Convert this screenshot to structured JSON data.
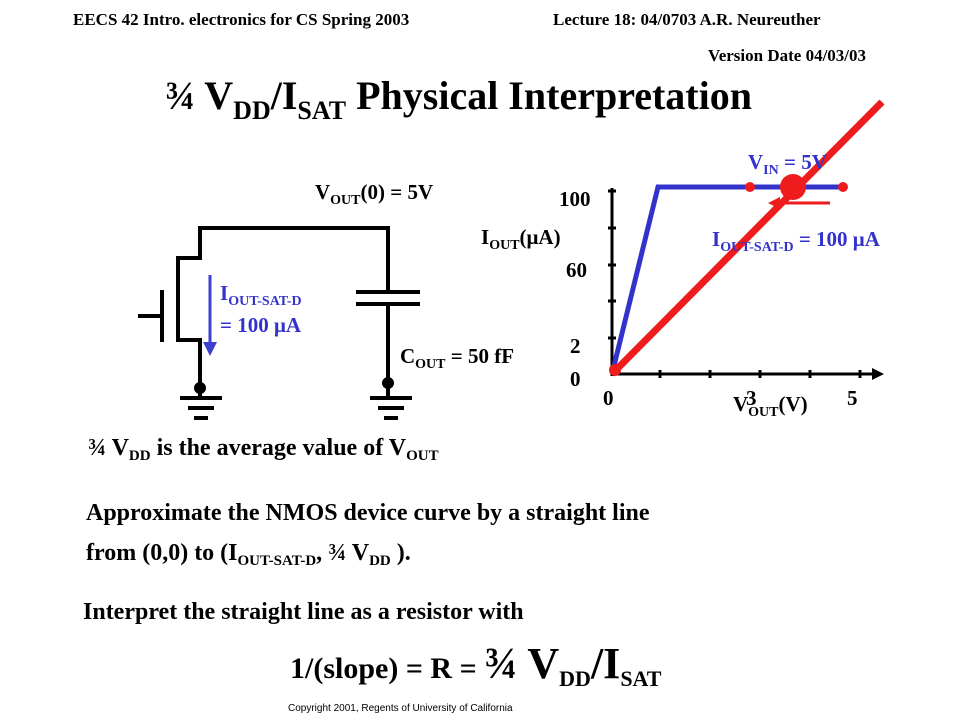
{
  "header": {
    "course": "EECS 42   Intro. electronics for CS Spring 2003",
    "lecture": "Lecture 18: 04/0703 A.R. Neureuther",
    "version": "Version Date 04/03/03"
  },
  "title": {
    "frac": "¾ V",
    "sub1": "DD",
    "mid": "/I",
    "sub2": "SAT",
    "rest": " Physical Interpretation"
  },
  "circuit": {
    "vout_main": "V",
    "vout_sub": "OUT",
    "vout_rest": "(0) = 5V",
    "iout_main": "I",
    "iout_sub": "OUT-SAT-D",
    "iout_value": "= 100 μA",
    "cout_main": "C",
    "cout_sub": "OUT",
    "cout_rest": " = 50 fF"
  },
  "graph": {
    "ylabel_main": "I",
    "ylabel_sub": "OUT",
    "ylabel_rest": "(μA)",
    "xlabel_main": "V",
    "xlabel_sub": "OUT",
    "xlabel_rest": "(V)",
    "yticks": [
      "100",
      "60",
      "2",
      "0"
    ],
    "xticks": [
      "0",
      "3",
      "5"
    ],
    "vin_main": "V",
    "vin_sub": "IN",
    "vin_rest": " = 5V",
    "isat_main": "I",
    "isat_sub": "OUT-SAT-D",
    "isat_rest": " = 100 μA",
    "colors": {
      "curve": "#3333cc",
      "line": "#ee1c1c"
    }
  },
  "body": {
    "avg": {
      "frac": "¾ V",
      "sub": "DD",
      "rest": " is the average value of  V",
      "sub2": "OUT"
    },
    "approx_line1": "Approximate the NMOS device curve by a straight line",
    "approx_line2": {
      "pre": "from (0,0) to (I",
      "sub": "OUT-SAT-D",
      "mid": ",  ¾ V",
      "sub2": "DD",
      "post": " )."
    },
    "interpret": "Interpret the straight line as a resistor with",
    "equation": {
      "pre": "1/(slope) = R = ",
      "frac": "¾ V",
      "sub": "DD",
      "mid": "/I",
      "sub2": "SAT"
    }
  },
  "footer": {
    "copyright": "Copyright 2001, Regents of University of California"
  }
}
